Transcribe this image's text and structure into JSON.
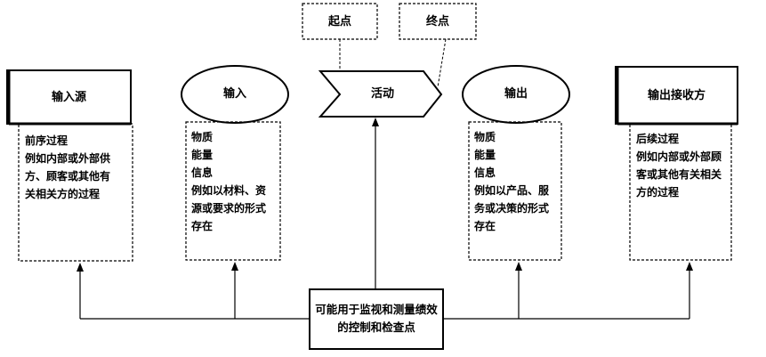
{
  "start_label": "起点",
  "end_label": "终点",
  "activity_label": "活动",
  "nodes": [
    {
      "title": "输入源",
      "lines": [
        "前序过程",
        "例如内部或外部供",
        "方、顾客或其他有",
        "关相关方的过程"
      ]
    },
    {
      "title": "输入",
      "lines": [
        "物质",
        "能量",
        "信息",
        "例如以材料、资",
        "源或要求的形式",
        "存在"
      ]
    },
    {
      "title": "输出",
      "lines": [
        "物质",
        "能量",
        "信息",
        "例如以产品、服",
        "务或决策的形式",
        "存在"
      ]
    },
    {
      "title": "输出接收方",
      "lines": [
        "后续过程",
        "例如内部或外部顾",
        "客或其他有关相关",
        "方的过程"
      ]
    }
  ],
  "control_point": {
    "lines": [
      "可能用于监视和测量绩效",
      "的控制和检查点"
    ]
  }
}
